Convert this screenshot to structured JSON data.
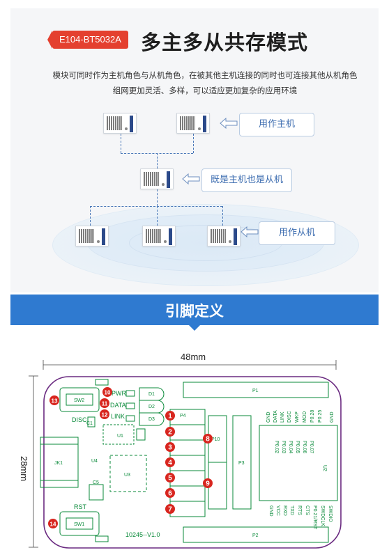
{
  "module": {
    "badge": "E104-BT5032A",
    "title": "多主多从共存模式",
    "description_line1": "模块可同时作为主机角色与从机角色，在被其他主机连接的同时也可连接其他从机角色",
    "description_line2": "组网更加灵活、多样，可以适应更加复杂的应用环境",
    "callouts": [
      "用作主机",
      "既是主机也是从机",
      "用作从机"
    ]
  },
  "banner": {
    "title": "引脚定义"
  },
  "board": {
    "width_label": "48mm",
    "height_label": "28mm",
    "version": "10245--V1.0",
    "labels": {
      "sw2": "SW2",
      "sw1": "SW1",
      "disc": "DISC",
      "rst": "RST",
      "pwr": "PWR",
      "data": "DATA",
      "link": "LINK",
      "d1": "D1",
      "d2": "D2",
      "d3": "D3",
      "jk1": "JK1",
      "u1": "U1",
      "u3": "U3",
      "u4": "U4",
      "u2": "U2",
      "c5": "C5",
      "c1": "C1",
      "p1": "P1",
      "p2": "P2",
      "p3": "P3",
      "p4": "P4",
      "p10": "P10"
    },
    "top_pins": [
      "GND",
      "DATA",
      "LINK",
      "DISC",
      "WKP",
      "MOD",
      "P0.28",
      "P0.25",
      "GND"
    ],
    "bottom_pins": [
      "GND",
      "VCC",
      "RXD",
      "TXD",
      "RTS",
      "CTS",
      "P0.21/RST",
      "SWDCLK",
      "SWDIO"
    ],
    "u2_pins": [
      "P0.02",
      "P0.03",
      "P0.04",
      "P0.05",
      "P0.06",
      "P0.07"
    ],
    "markers": [
      "1",
      "2",
      "3",
      "4",
      "5",
      "6",
      "7",
      "8",
      "9",
      "10",
      "11",
      "12",
      "13",
      "14"
    ]
  },
  "colors": {
    "accent_red": "#e4402f",
    "banner_blue": "#2f7ad0",
    "pcb_green": "#0a8a3a",
    "pcb_outline": "#6a2a80",
    "marker_red": "#d8261f"
  }
}
